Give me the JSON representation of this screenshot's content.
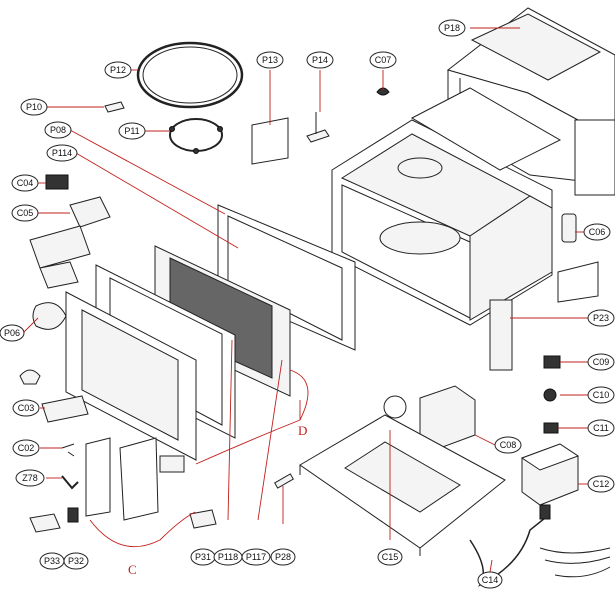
{
  "diagram": {
    "part_labels": {
      "P18": "P18",
      "P12": "P12",
      "P13": "P13",
      "P14": "P14",
      "C07": "C07",
      "P10": "P10",
      "P11": "P11",
      "P08": "P08",
      "P114": "P114",
      "C04": "C04",
      "C05": "C05",
      "C06": "C06",
      "P06": "P06",
      "P23": "P23",
      "C09": "C09",
      "C03": "C03",
      "C10": "C10",
      "C11": "C11",
      "C02": "C02",
      "C08": "C08",
      "Z78": "Z78",
      "C12": "C12",
      "P33": "P33",
      "P32": "P32",
      "P31": "P31",
      "P118": "P118",
      "P117": "P117",
      "P28": "P28",
      "C15": "C15",
      "C14": "C14"
    },
    "group_labels": {
      "C": "C",
      "D": "D"
    }
  }
}
